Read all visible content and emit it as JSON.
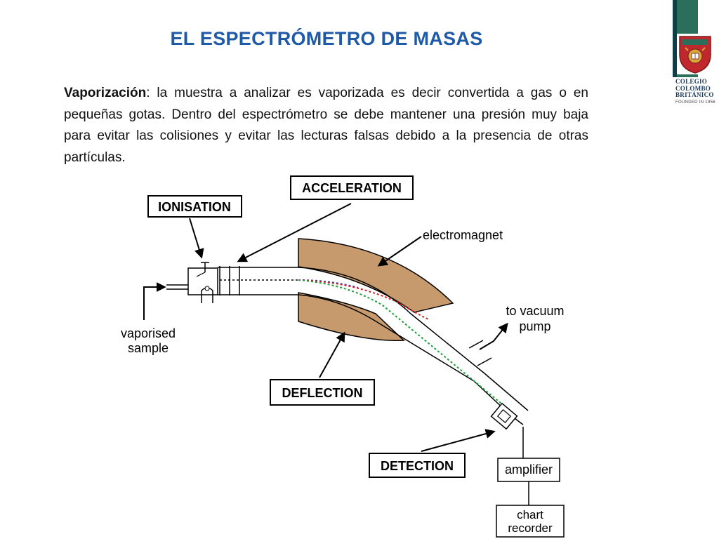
{
  "slide": {
    "title": "EL ESPECTRÓMETRO DE MASAS",
    "paragraph_term": "Vaporización",
    "paragraph_rest": ": la muestra a analizar es vaporizada es decir convertida a gas o en pequeñas gotas. Dentro del espectrómetro se debe mantener una presión muy baja para evitar las colisiones y evitar las lecturas falsas debido a la presencia de otras partículas."
  },
  "logo": {
    "line1": "COLEGIO",
    "line2": "COLOMBO",
    "line3": "BRITÁNICO",
    "founded": "FOUNDED IN 1956"
  },
  "diagram": {
    "labels": {
      "ionisation": "IONISATION",
      "acceleration": "ACCELERATION",
      "deflection": "DEFLECTION",
      "detection": "DETECTION",
      "electromagnet": "electromagnet",
      "vacuum_line1": "to vacuum",
      "vacuum_line2": "pump",
      "sample_line1": "vaporised",
      "sample_line2": "sample",
      "amplifier": "amplifier",
      "recorder_line1": "chart",
      "recorder_line2": "recorder"
    },
    "colors": {
      "magnet": "#c69a6d",
      "beam_blue": "#1a2fd6",
      "beam_red": "#d32020",
      "beam_green": "#1f9e3a",
      "accent_blue": "#1f5aa8",
      "logo_red": "#c0282d",
      "logo_gold": "#d8a83a"
    }
  }
}
